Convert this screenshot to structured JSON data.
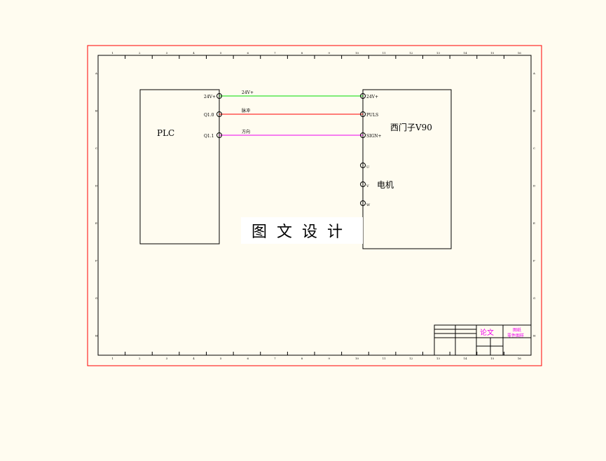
{
  "plc": {
    "title": "PLC",
    "terminals": [
      "24V+",
      "Q1.0",
      "Q1.1"
    ]
  },
  "drive": {
    "title": "西门子V90",
    "terminals": [
      "24V+",
      "PULS",
      "SIGN+"
    ],
    "motor_pins": [
      "U",
      "V",
      "W"
    ]
  },
  "motor": {
    "title": "电机"
  },
  "wires": [
    {
      "label": "24V+",
      "color": "#00dd00"
    },
    {
      "label": "脉冲",
      "color": "#ff0000"
    },
    {
      "label": "方向",
      "color": "#ee00ee"
    }
  ],
  "watermark": "图文设计",
  "title_block": {
    "title": "论文",
    "name": "图纸",
    "subtitle": "零件图样"
  },
  "ruler_numbers": [
    "1",
    "2",
    "3",
    "4",
    "5",
    "6",
    "7",
    "8",
    "9",
    "10",
    "11",
    "12",
    "13",
    "14",
    "15",
    "16"
  ],
  "ruler_letters": [
    "A",
    "B",
    "C",
    "D",
    "E",
    "F",
    "G",
    "H"
  ]
}
